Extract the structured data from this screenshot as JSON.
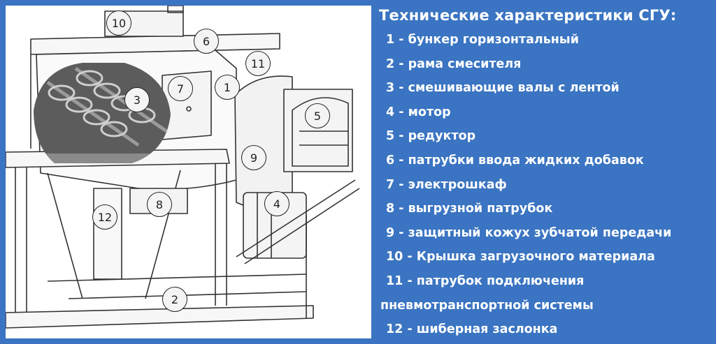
{
  "legend": {
    "title": "Технические характеристики СГУ:",
    "items": [
      "1 - бункер горизонтальный",
      "2 - рама смесителя",
      "3 - смешивающие валы с лентой",
      "4 - мотор",
      "5 - редуктор",
      "6 - патрубки ввода жидких добавок",
      "7 - электрошкаф",
      "8 - выгрузной патрубок",
      "9 - защитный кожух зубчатой передачи",
      "10 - Крышка загрузочного материала",
      "11 - патрубок подключения",
      "пневмотранспортной системы",
      "12 - шиберная заслонка"
    ]
  },
  "callouts": [
    "10",
    "6",
    "11",
    "7",
    "1",
    "3",
    "5",
    "9",
    "8",
    "4",
    "12",
    "2"
  ],
  "colors": {
    "background": "#3a74c2",
    "panel": "#ffffff",
    "text": "#ffffff",
    "line": "#222222"
  }
}
